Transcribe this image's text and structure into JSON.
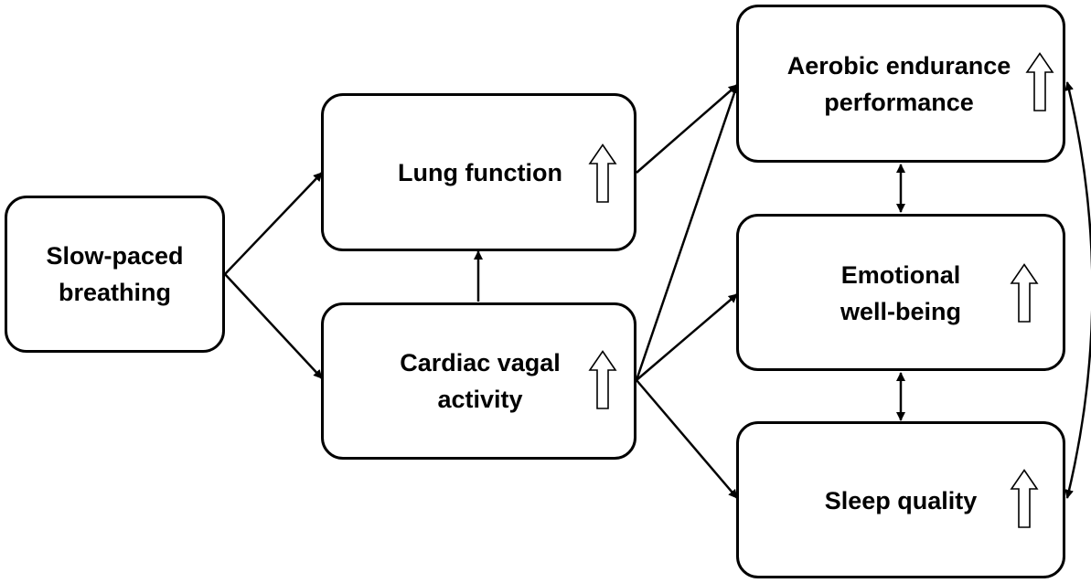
{
  "diagram": {
    "nodes": {
      "slow_paced_breathing": {
        "line1": "Slow-paced",
        "line2": "breathing"
      },
      "lung_function": {
        "line1": "Lung function"
      },
      "cardiac_vagal_activity": {
        "line1": "Cardiac vagal",
        "line2": "activity"
      },
      "aerobic_endurance": {
        "line1": "Aerobic endurance",
        "line2": "performance"
      },
      "emotional_wellbeing": {
        "line1": "Emotional",
        "line2": "well-being"
      },
      "sleep_quality": {
        "line1": "Sleep quality"
      }
    },
    "edges": [
      {
        "from": "Slow-paced breathing",
        "to": "Lung function",
        "type": "directed"
      },
      {
        "from": "Slow-paced breathing",
        "to": "Cardiac vagal activity",
        "type": "directed"
      },
      {
        "from": "Cardiac vagal activity",
        "to": "Lung function",
        "type": "directed"
      },
      {
        "from": "Lung function",
        "to": "Aerobic endurance performance",
        "type": "directed"
      },
      {
        "from": "Cardiac vagal activity",
        "to": "Aerobic endurance performance",
        "type": "directed"
      },
      {
        "from": "Cardiac vagal activity",
        "to": "Emotional well-being",
        "type": "directed"
      },
      {
        "from": "Cardiac vagal activity",
        "to": "Sleep quality",
        "type": "directed"
      },
      {
        "from": "Aerobic endurance performance",
        "to": "Emotional well-being",
        "type": "bidirectional"
      },
      {
        "from": "Emotional well-being",
        "to": "Sleep quality",
        "type": "bidirectional"
      },
      {
        "from": "Aerobic endurance performance",
        "to": "Sleep quality",
        "type": "bidirectional"
      }
    ],
    "increase_indicator": "up-arrow-icon",
    "colors": {
      "stroke": "#000000",
      "fill": "#ffffff"
    }
  }
}
